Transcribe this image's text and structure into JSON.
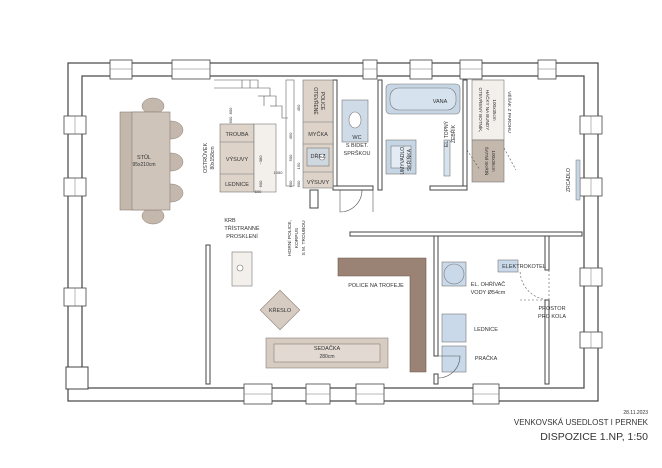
{
  "labels": {
    "table": "STŮL",
    "table_size": "95x210cm",
    "island": "OSTRŮVEK",
    "island_size": "80x158cm",
    "oven": "TROUBA",
    "drawers_1": "VÝSUVY",
    "fridge_kitchen": "LEDNICE",
    "open_shelves_1": "OTEVŘENÉ",
    "open_shelves_2": "POLICE",
    "dishwasher": "MYČKA",
    "sink": "DŘEZ",
    "drawers_2": "VÝSUVY",
    "wc_1": "WC",
    "wc_2": "S BIDET.",
    "wc_3": "SPRŠKOU",
    "bath": "VANA",
    "washbasin_1": "UMYVADLO,",
    "washbasin_2": "SKŘÍŇKA",
    "heater_1": "EL. TOPNÝ",
    "heater_2": "ŽEBŘÍK",
    "shoes_1": "OTEVŘENÝ BOTNÍK,",
    "shoes_2": "HÁČKY NA BUNDY",
    "shoes_3": "100x35cm",
    "hanger": "VĚŠÁK Z PAROHU",
    "wardrobe_1": "ŠATNÍ SKŘÍŇ",
    "wardrobe_2": "100x35cm",
    "mirror": "ZRCADLO",
    "fireplace_1": "KRB",
    "fireplace_2": "TŘÍSTRANNÉ",
    "fireplace_3": "PROSKLENÍ",
    "upper_1": "HORNÍ POLICE,",
    "upper_2": "KORPUS",
    "upper_3": "S M. TROUBOU",
    "trophy_shelf": "POLICE NA TROFEJE",
    "armchair": "KŘESLO",
    "sofa": "SEDAČKA",
    "sofa_size": "280cm",
    "boiler": "ELEKTROKOTEL",
    "water_heater_1": "EL. OHŘÍVAČ",
    "water_heater_2": "VODY Ø54cm",
    "fridge_utility": "LEDNICE",
    "washer": "PRAČKA",
    "bike_1": "PROSTOR",
    "bike_2": "PRO KOLA"
  },
  "dimensions": {
    "d800": "800",
    "d600": "600",
    "d380": "~380",
    "d600b": "600",
    "d450": "450",
    "d500": "500",
    "d600c": "600",
    "d1050": "1050",
    "d600d": "600",
    "d450b": "450",
    "d150": "150",
    "d600e": "600"
  },
  "title_block": {
    "date": "28.11.2023",
    "project": "VENKOVSKÁ USEDLOST I PERNEK",
    "sheet": "DISPOZICE 1.NP, 1:50"
  },
  "colors": {
    "wall": "#444444",
    "wall_fill": "#ffffff",
    "table": "#c4b8ad",
    "kitchen": "#ddd3c9",
    "bath": "#c7d6e4",
    "utility_blue": "#c9d9ea",
    "trophy": "#9a8274",
    "sofa": "#d6ccc2",
    "text": "#333333"
  }
}
